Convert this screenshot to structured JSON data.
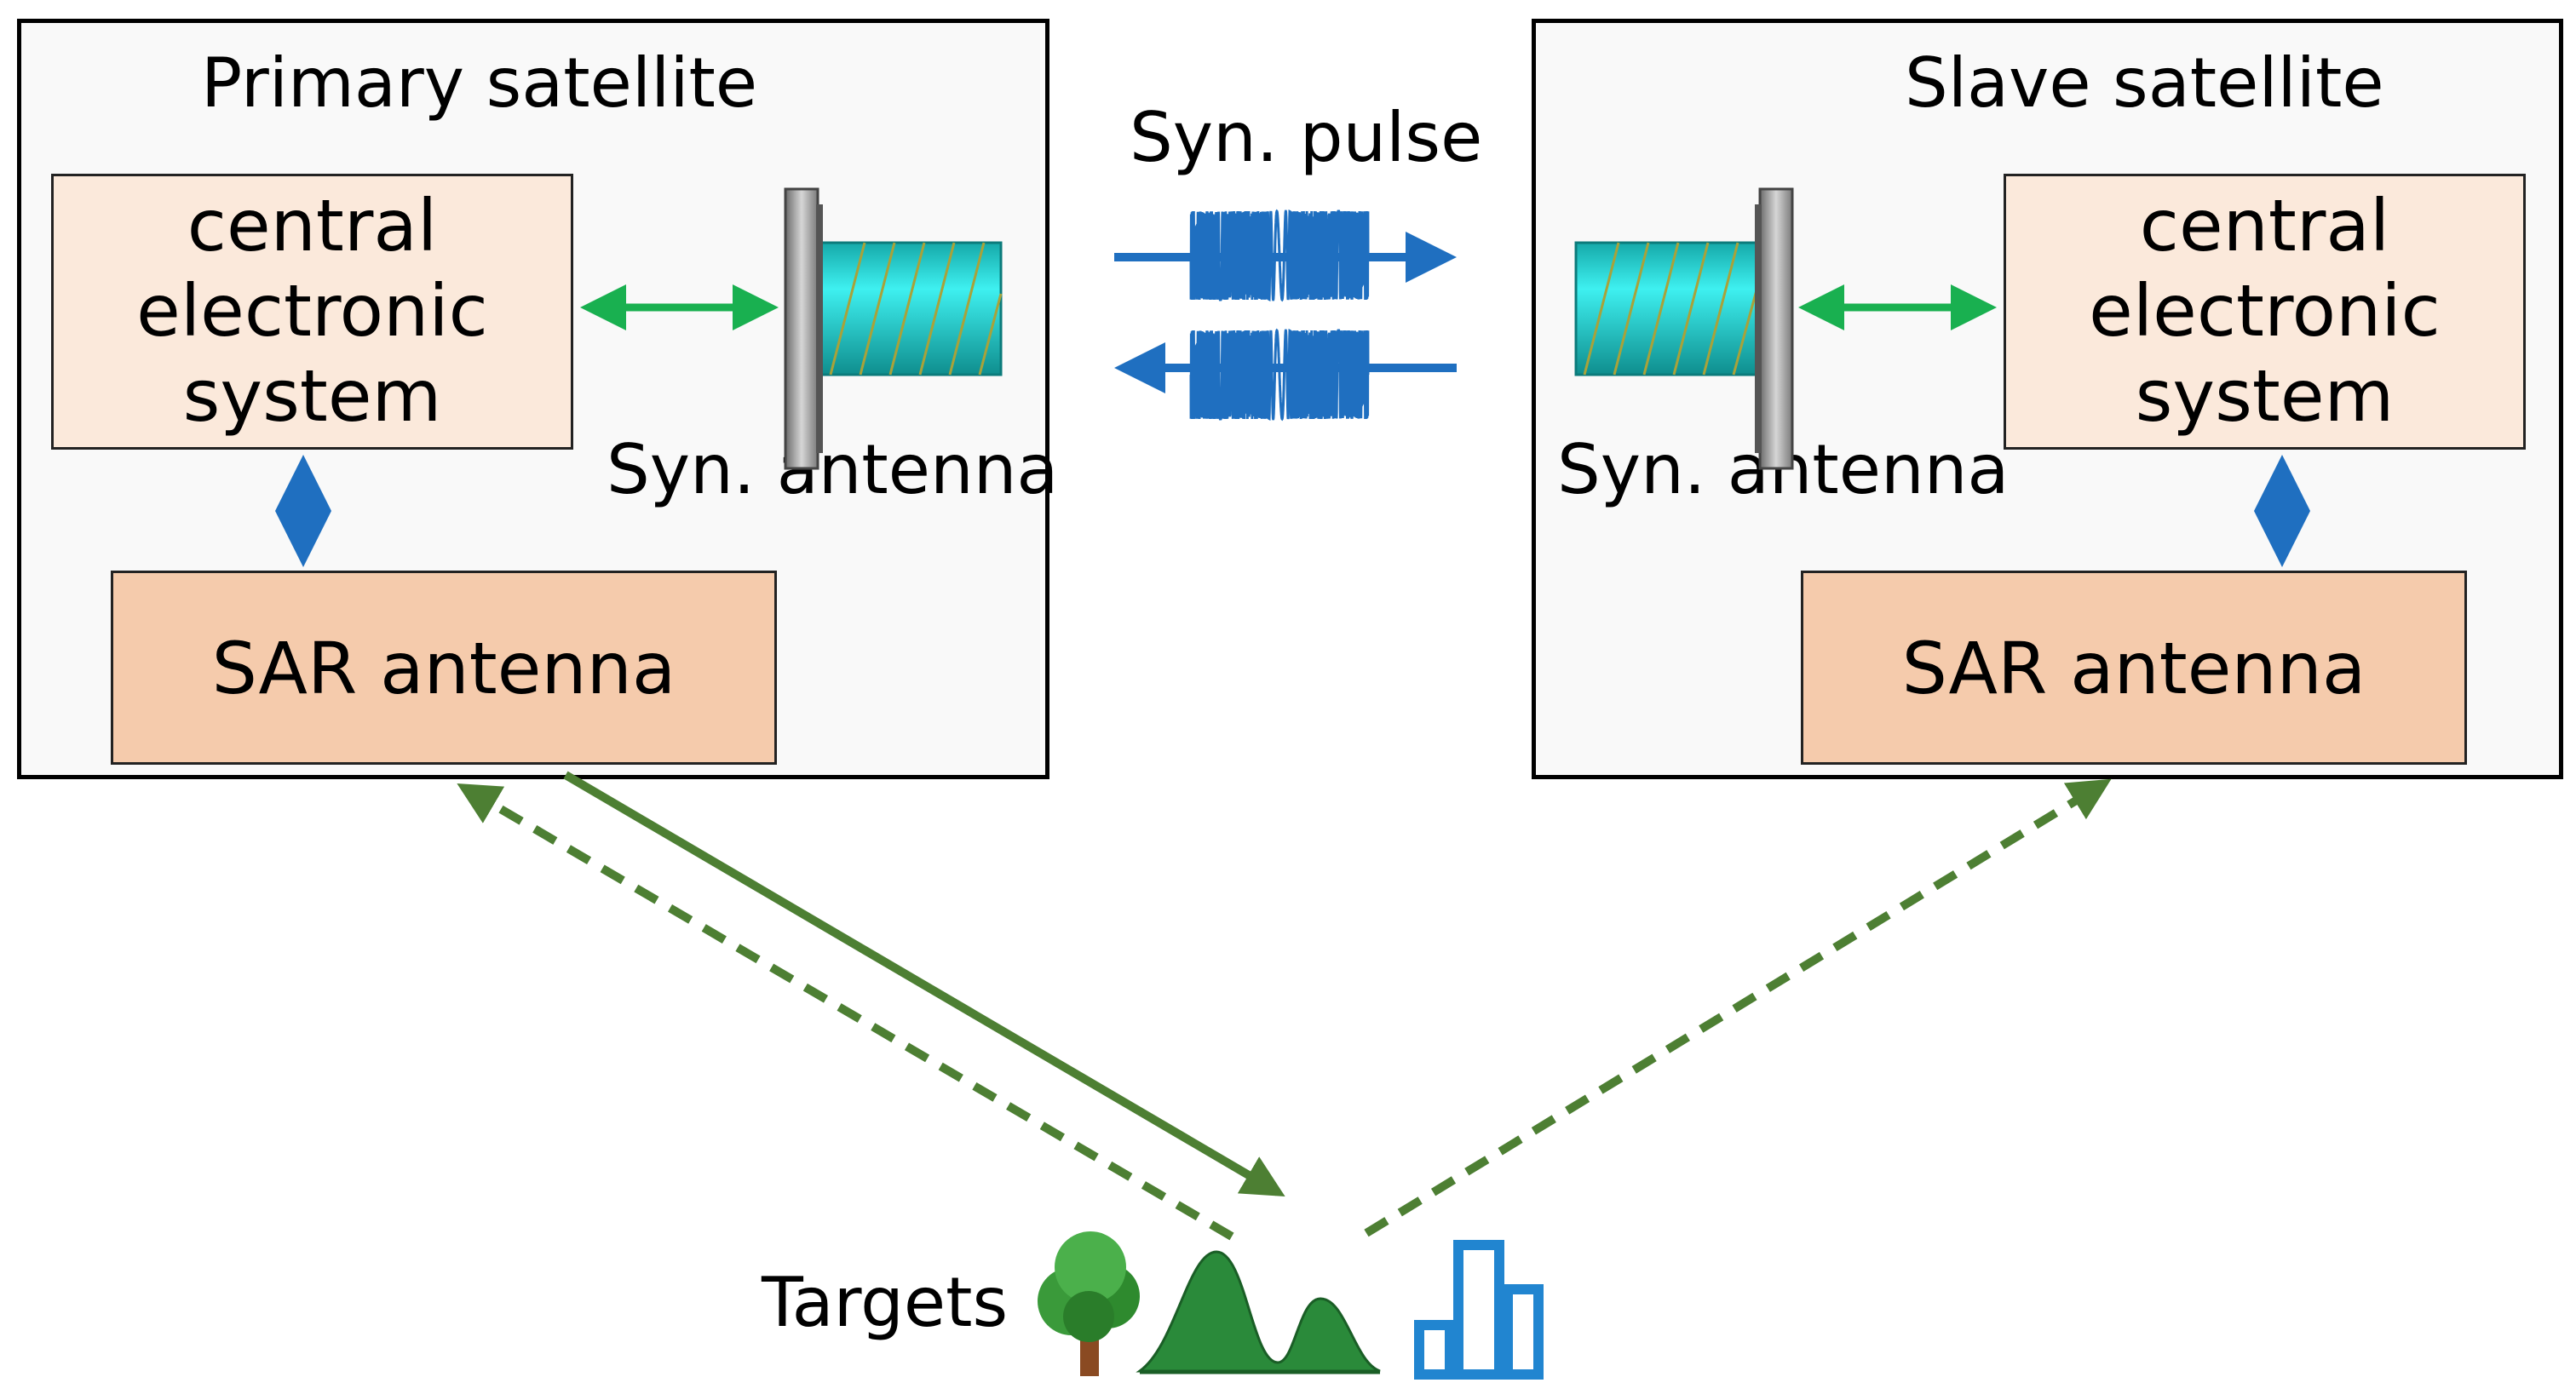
{
  "primary": {
    "title": "Primary satellite",
    "central_lines": [
      "central",
      "electronic",
      "system"
    ],
    "sar_label": "SAR antenna",
    "syn_antenna_label": "Syn. antenna"
  },
  "slave": {
    "title": "Slave satellite",
    "central_lines": [
      "central",
      "electronic",
      "system"
    ],
    "sar_label": "SAR antenna",
    "syn_antenna_label": "Syn. antenna"
  },
  "syn_pulse_label": "Syn. pulse",
  "targets_label": "Targets",
  "colors": {
    "green_link": "#19b050",
    "blue_link": "#1f6fc0",
    "radar_green": "#4d7f33",
    "mountain": "#2a8a3a",
    "building": "#2185d0",
    "antenna_cyan": "#23d3d3"
  },
  "icons": [
    "helix-antenna-icon",
    "tree-icon",
    "mountain-icon",
    "building-icon"
  ]
}
